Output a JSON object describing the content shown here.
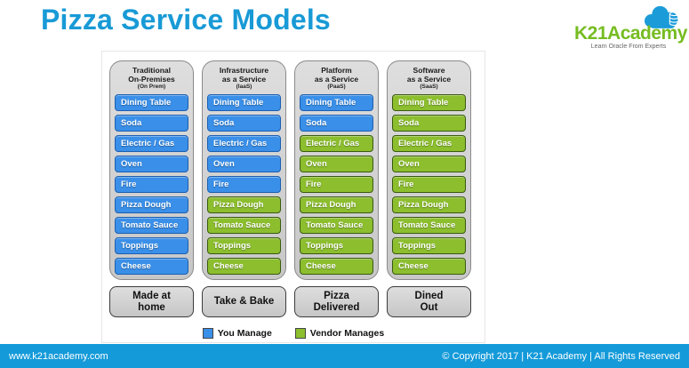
{
  "title": "Pizza Service Models",
  "logo": {
    "name": "K21Academy",
    "tagline": "Learn Oracle From Experts"
  },
  "colors": {
    "title": "#189AD6",
    "logo_green": "#76BC21",
    "logo_cloud_blue": "#1B9CD9",
    "you_manage": "#3A8FE8",
    "vendor_manages": "#8CBE2E",
    "footer_bar": "#149AD9"
  },
  "columns": [
    {
      "header_lines": [
        "Traditional",
        "On-Premises"
      ],
      "header_sub": "(On Prem)",
      "items": [
        {
          "label": "Dining Table",
          "owner": "you"
        },
        {
          "label": "Soda",
          "owner": "you"
        },
        {
          "label": "Electric / Gas",
          "owner": "you"
        },
        {
          "label": "Oven",
          "owner": "you"
        },
        {
          "label": "Fire",
          "owner": "you"
        },
        {
          "label": "Pizza Dough",
          "owner": "you"
        },
        {
          "label": "Tomato Sauce",
          "owner": "you"
        },
        {
          "label": "Toppings",
          "owner": "you"
        },
        {
          "label": "Cheese",
          "owner": "you"
        }
      ],
      "bottom_lines": [
        "Made at",
        "home"
      ]
    },
    {
      "header_lines": [
        "Infrastructure",
        "as a Service"
      ],
      "header_sub": "(IaaS)",
      "items": [
        {
          "label": "Dining Table",
          "owner": "you"
        },
        {
          "label": "Soda",
          "owner": "you"
        },
        {
          "label": "Electric / Gas",
          "owner": "you"
        },
        {
          "label": "Oven",
          "owner": "you"
        },
        {
          "label": "Fire",
          "owner": "you"
        },
        {
          "label": "Pizza Dough",
          "owner": "vendor"
        },
        {
          "label": "Tomato Sauce",
          "owner": "vendor"
        },
        {
          "label": "Toppings",
          "owner": "vendor"
        },
        {
          "label": "Cheese",
          "owner": "vendor"
        }
      ],
      "bottom_lines": [
        "Take & Bake"
      ]
    },
    {
      "header_lines": [
        "Platform",
        "as a Service"
      ],
      "header_sub": "(PaaS)",
      "items": [
        {
          "label": "Dining Table",
          "owner": "you"
        },
        {
          "label": "Soda",
          "owner": "you"
        },
        {
          "label": "Electric / Gas",
          "owner": "vendor"
        },
        {
          "label": "Oven",
          "owner": "vendor"
        },
        {
          "label": "Fire",
          "owner": "vendor"
        },
        {
          "label": "Pizza Dough",
          "owner": "vendor"
        },
        {
          "label": "Tomato Sauce",
          "owner": "vendor"
        },
        {
          "label": "Toppings",
          "owner": "vendor"
        },
        {
          "label": "Cheese",
          "owner": "vendor"
        }
      ],
      "bottom_lines": [
        "Pizza",
        "Delivered"
      ]
    },
    {
      "header_lines": [
        "Software",
        "as a Service"
      ],
      "header_sub": "(SaaS)",
      "items": [
        {
          "label": "Dining Table",
          "owner": "vendor"
        },
        {
          "label": "Soda",
          "owner": "vendor"
        },
        {
          "label": "Electric / Gas",
          "owner": "vendor"
        },
        {
          "label": "Oven",
          "owner": "vendor"
        },
        {
          "label": "Fire",
          "owner": "vendor"
        },
        {
          "label": "Pizza Dough",
          "owner": "vendor"
        },
        {
          "label": "Tomato Sauce",
          "owner": "vendor"
        },
        {
          "label": "Toppings",
          "owner": "vendor"
        },
        {
          "label": "Cheese",
          "owner": "vendor"
        }
      ],
      "bottom_lines": [
        "Dined",
        "Out"
      ]
    }
  ],
  "legend": [
    {
      "label": "You Manage",
      "owner": "you"
    },
    {
      "label": "Vendor Manages",
      "owner": "vendor"
    }
  ],
  "footer": {
    "left": "www.k21academy.com",
    "right": "© Copyright 2017 | K21 Academy | All Rights Reserved"
  }
}
